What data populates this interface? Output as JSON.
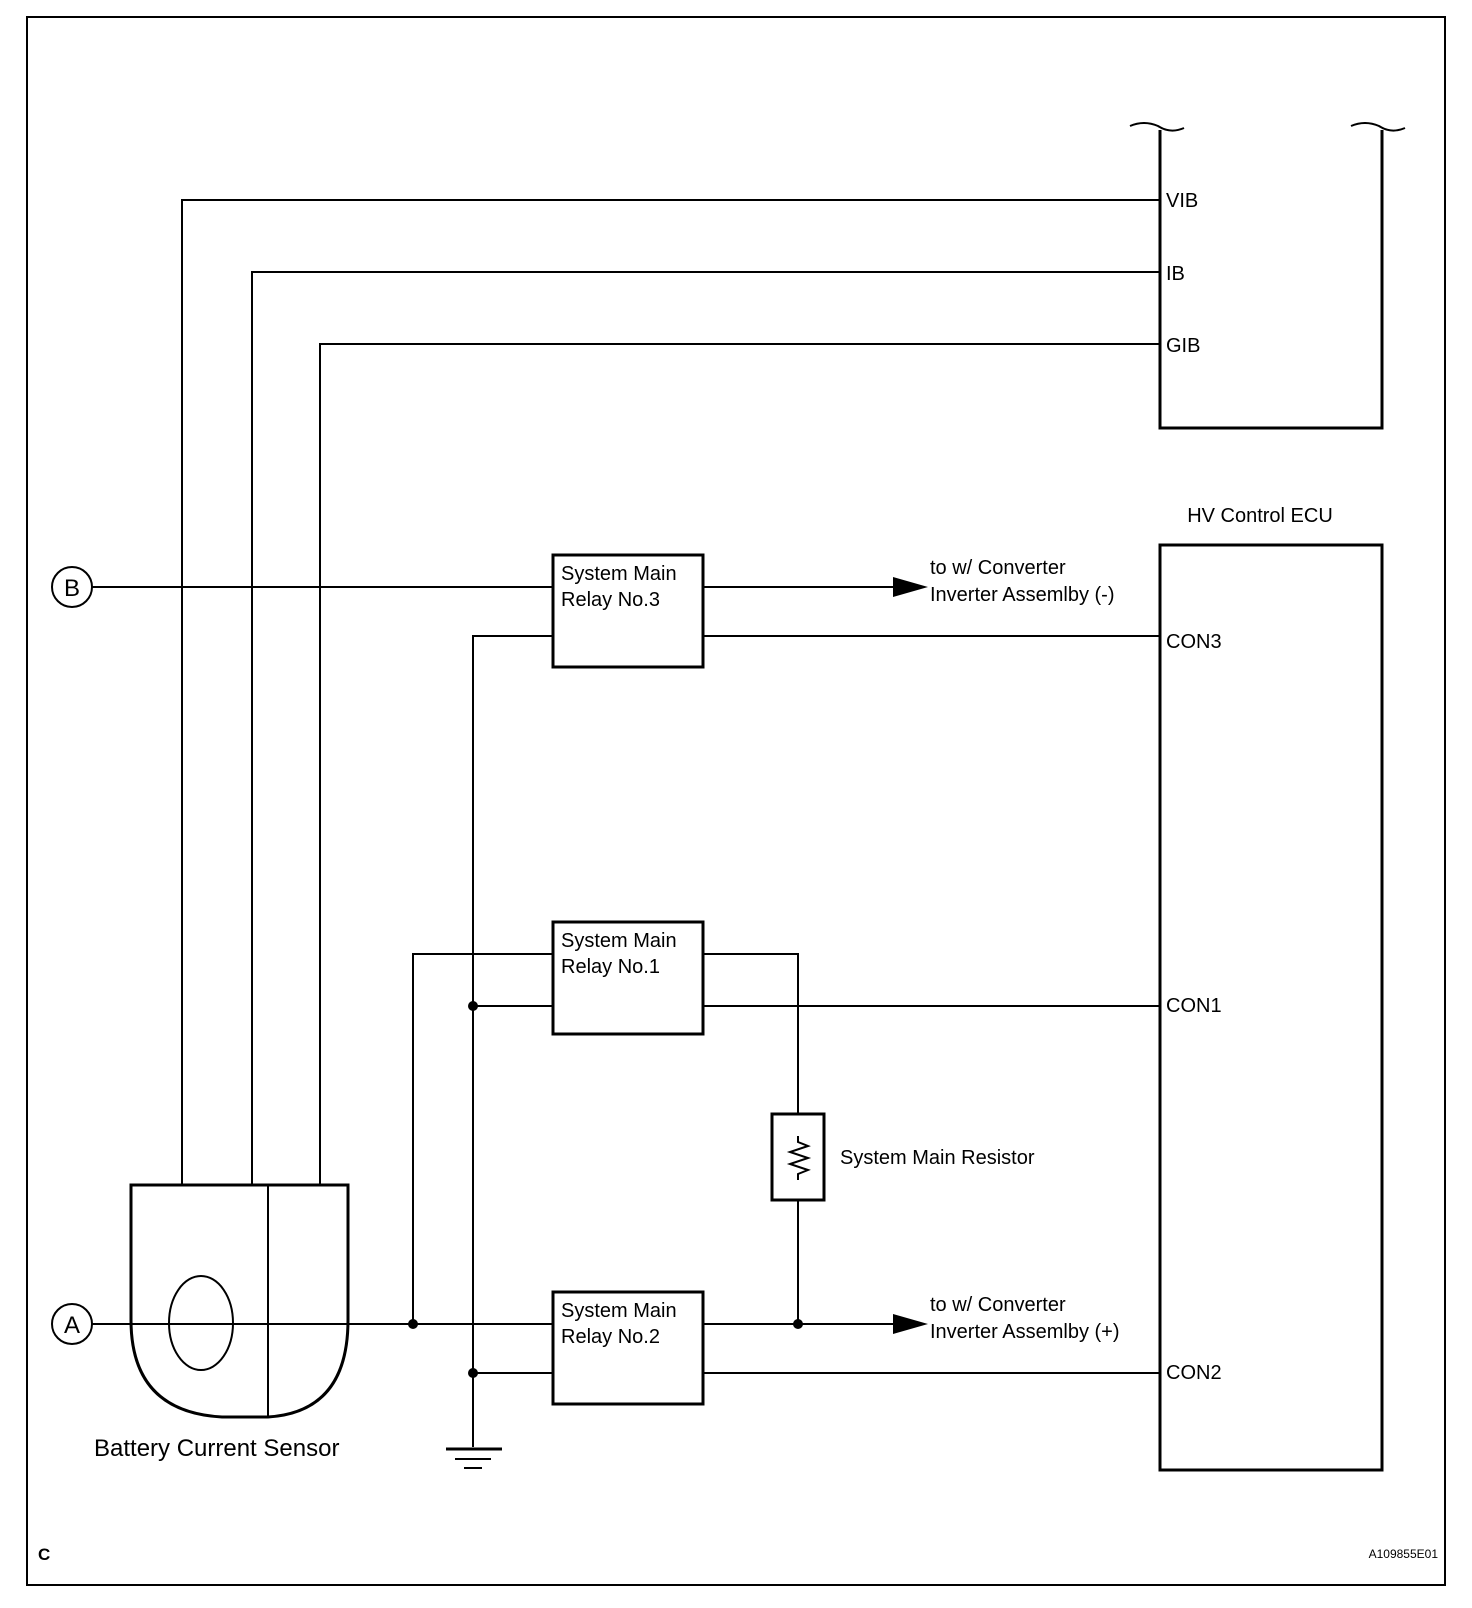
{
  "ecu_upper": {
    "pins": [
      "VIB",
      "IB",
      "GIB"
    ]
  },
  "ecu_lower": {
    "title": "HV Control ECU",
    "pins": [
      "CON3",
      "CON1",
      "CON2"
    ]
  },
  "connectors": {
    "a": "A",
    "b": "B"
  },
  "relays": {
    "no3": {
      "line1": "System Main",
      "line2": "Relay No.3"
    },
    "no1": {
      "line1": "System Main",
      "line2": "Relay No.1"
    },
    "no2": {
      "line1": "System Main",
      "line2": "Relay No.2"
    }
  },
  "resistor": {
    "label": "System Main Resistor"
  },
  "sensor": {
    "label": "Battery Current Sensor"
  },
  "outputs": {
    "negative": {
      "line1": "to w/ Converter",
      "line2": "Inverter Assemlby (-)"
    },
    "positive": {
      "line1": "to w/ Converter",
      "line2": "Inverter Assemlby (+)"
    }
  },
  "footer": {
    "left": "C",
    "right": "A109855E01"
  }
}
